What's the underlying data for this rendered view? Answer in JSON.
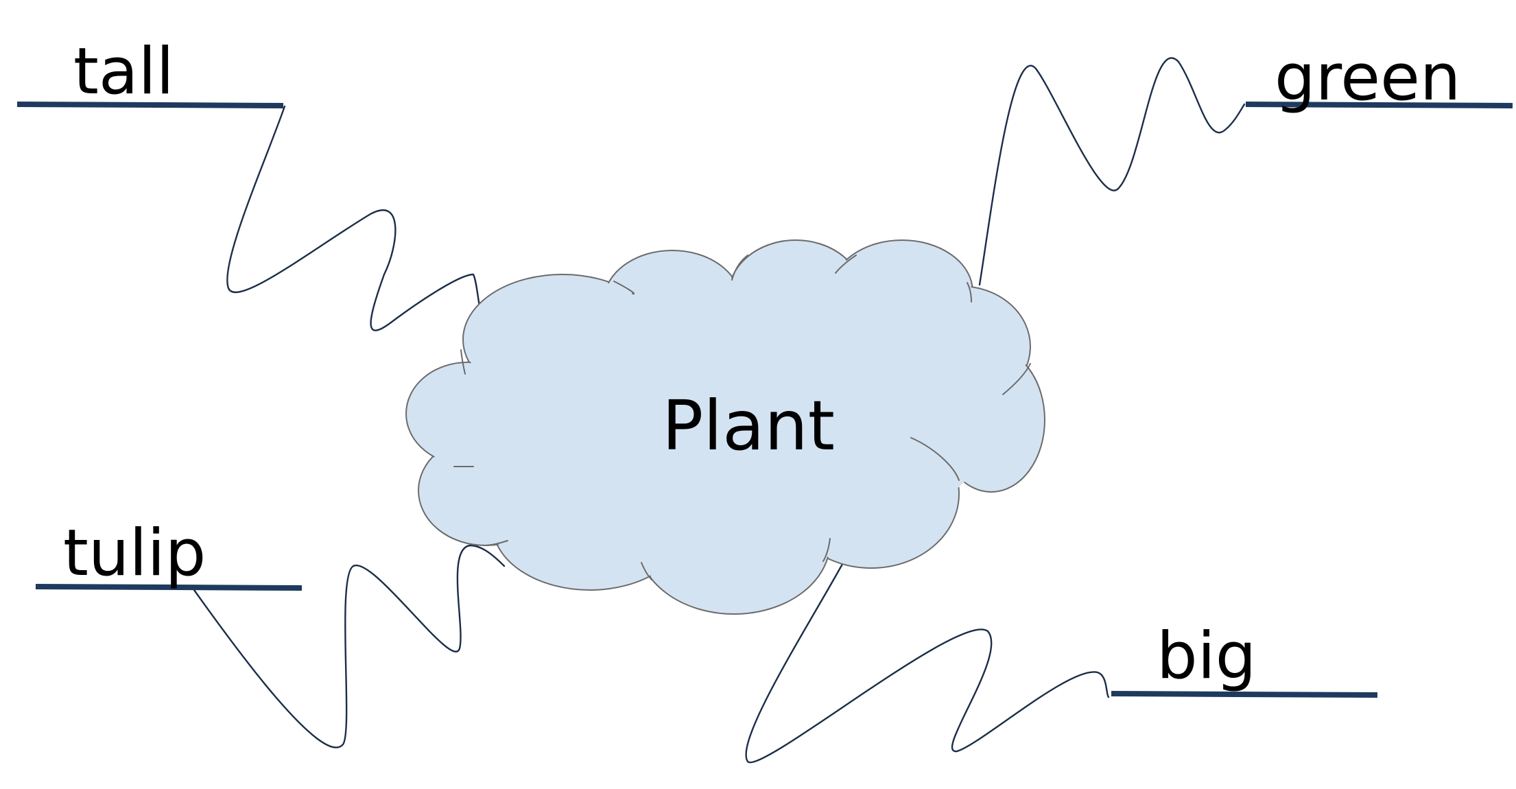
{
  "center": {
    "label": "Plant"
  },
  "branches": [
    {
      "id": "tall",
      "label": "tall"
    },
    {
      "id": "green",
      "label": "green"
    },
    {
      "id": "tulip",
      "label": "tulip"
    },
    {
      "id": "big",
      "label": "big"
    }
  ],
  "colors": {
    "cloud_fill": "#d4e3f2",
    "cloud_stroke": "#6b6b6b",
    "connector_line": "#1c2d49",
    "underline": "#1f3a5f",
    "text": "#000000"
  }
}
